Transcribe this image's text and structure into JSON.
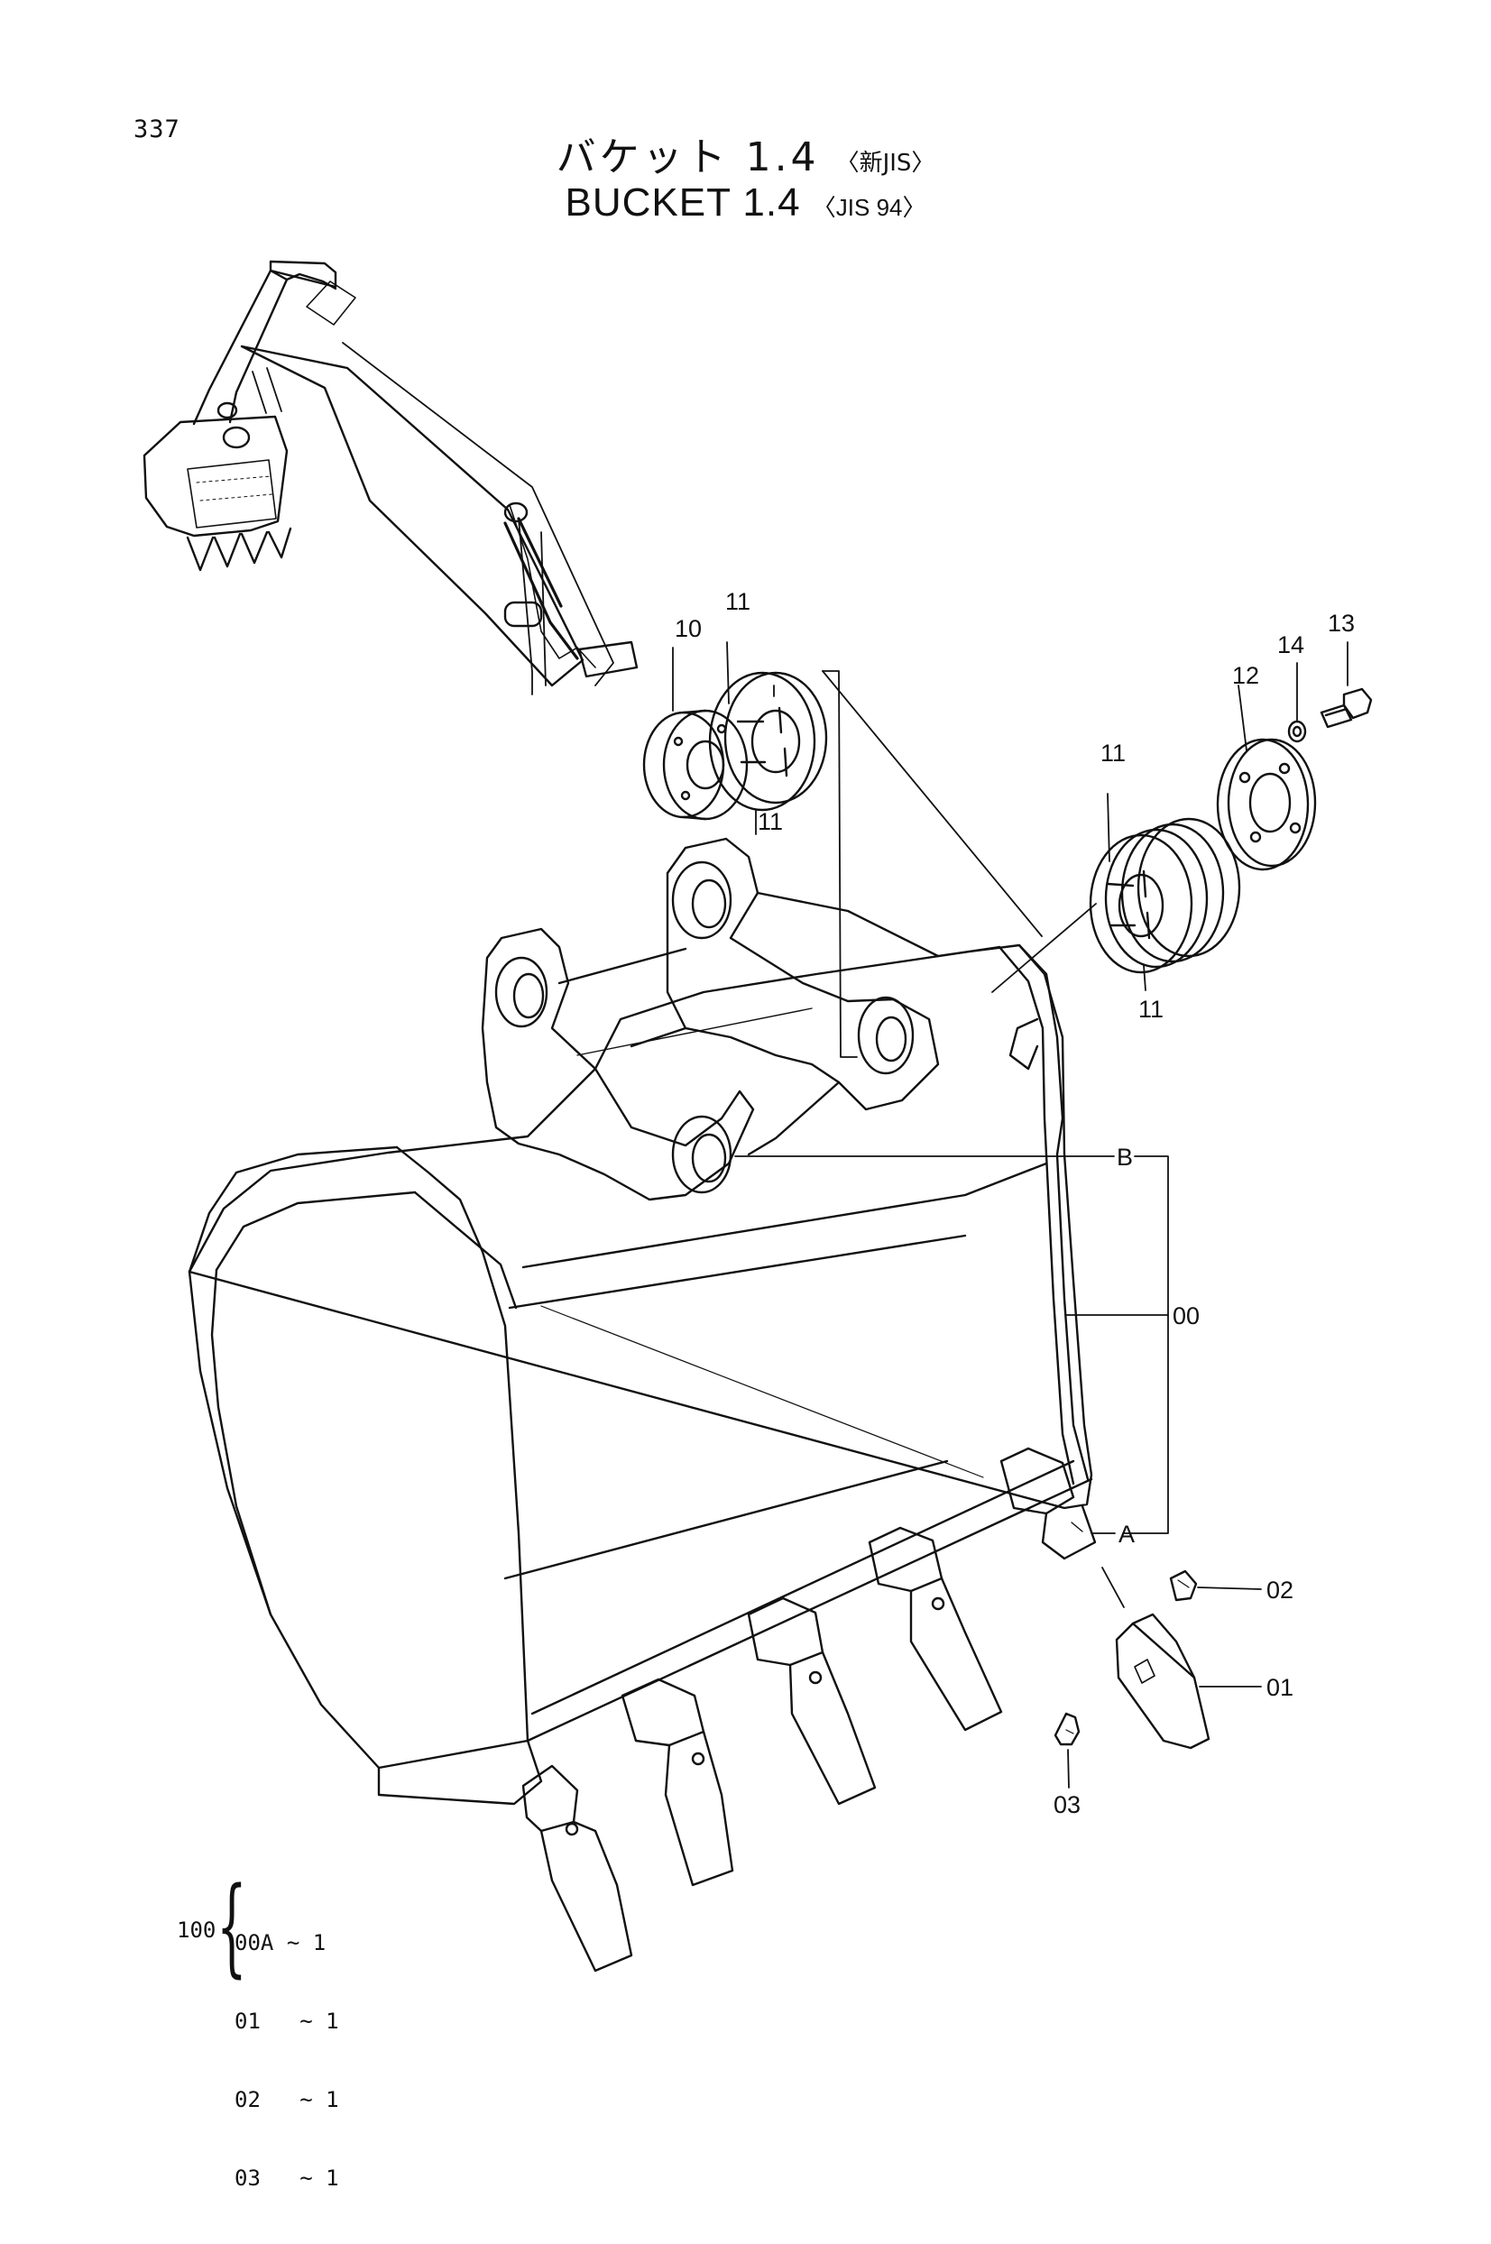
{
  "page": {
    "number": "337"
  },
  "title": {
    "jp_main": "バケット 1.4",
    "jp_sub": "〈新JIS〉",
    "en_main": "BUCKET  1.4",
    "en_sub": "〈JIS 94〉"
  },
  "callouts": {
    "c00": "00",
    "c01": "01",
    "c02": "02",
    "c03": "03",
    "c10": "10",
    "c11_a": "11",
    "c11_b": "11",
    "c11_c": "11",
    "c11_d": "11",
    "c12": "12",
    "c13": "13",
    "c14": "14",
    "cA": "A",
    "cB": "B"
  },
  "parts_set": {
    "id": "100",
    "items": [
      {
        "code": "00A",
        "qty": "~ 1"
      },
      {
        "code": "01",
        "qty": " ~ 1"
      },
      {
        "code": "02",
        "qty": " ~ 1"
      },
      {
        "code": "03",
        "qty": " ~ 1"
      }
    ]
  }
}
